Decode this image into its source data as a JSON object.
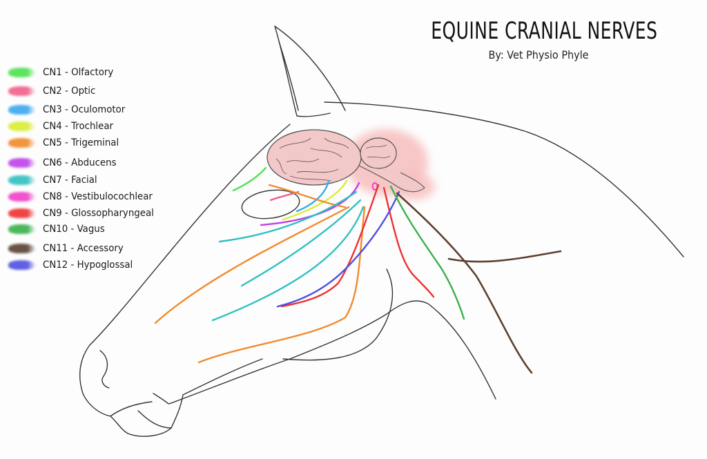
{
  "title": "EQUINE CRANIAL NERVES",
  "subtitle": "By: Vet Physio Phyle",
  "legend": [
    {
      "label": "CN1 - Olfactory",
      "color": "#4ee24e"
    },
    {
      "label": "CN2 - Optic",
      "color": "#f0608a"
    },
    {
      "label": "CN3 - Oculomotor",
      "color": "#3aa8f0"
    },
    {
      "label": "CN4 - Trochlear",
      "color": "#d8ee30"
    },
    {
      "label": "CN5 - Trigeminal",
      "color": "#f08a2a"
    },
    {
      "label": "CN6 - Abducens",
      "color": "#c040e8"
    },
    {
      "label": "CN7 - Facial",
      "color": "#30c0c0"
    },
    {
      "label": "CN8 - Vestibulocochlear",
      "color": "#f040c8"
    },
    {
      "label": "CN9 - Glossopharyngeal",
      "color": "#f03030"
    },
    {
      "label": "CN10 - Vagus",
      "color": "#3ab04a"
    },
    {
      "label": "CN11 - Accessory",
      "color": "#5a4030"
    },
    {
      "label": "CN12 - Hypoglossal",
      "color": "#5050e0"
    }
  ],
  "colors": {
    "outline": "#333333",
    "brain": "#f3c8c8",
    "brain_stem": "#f7bdbd"
  }
}
